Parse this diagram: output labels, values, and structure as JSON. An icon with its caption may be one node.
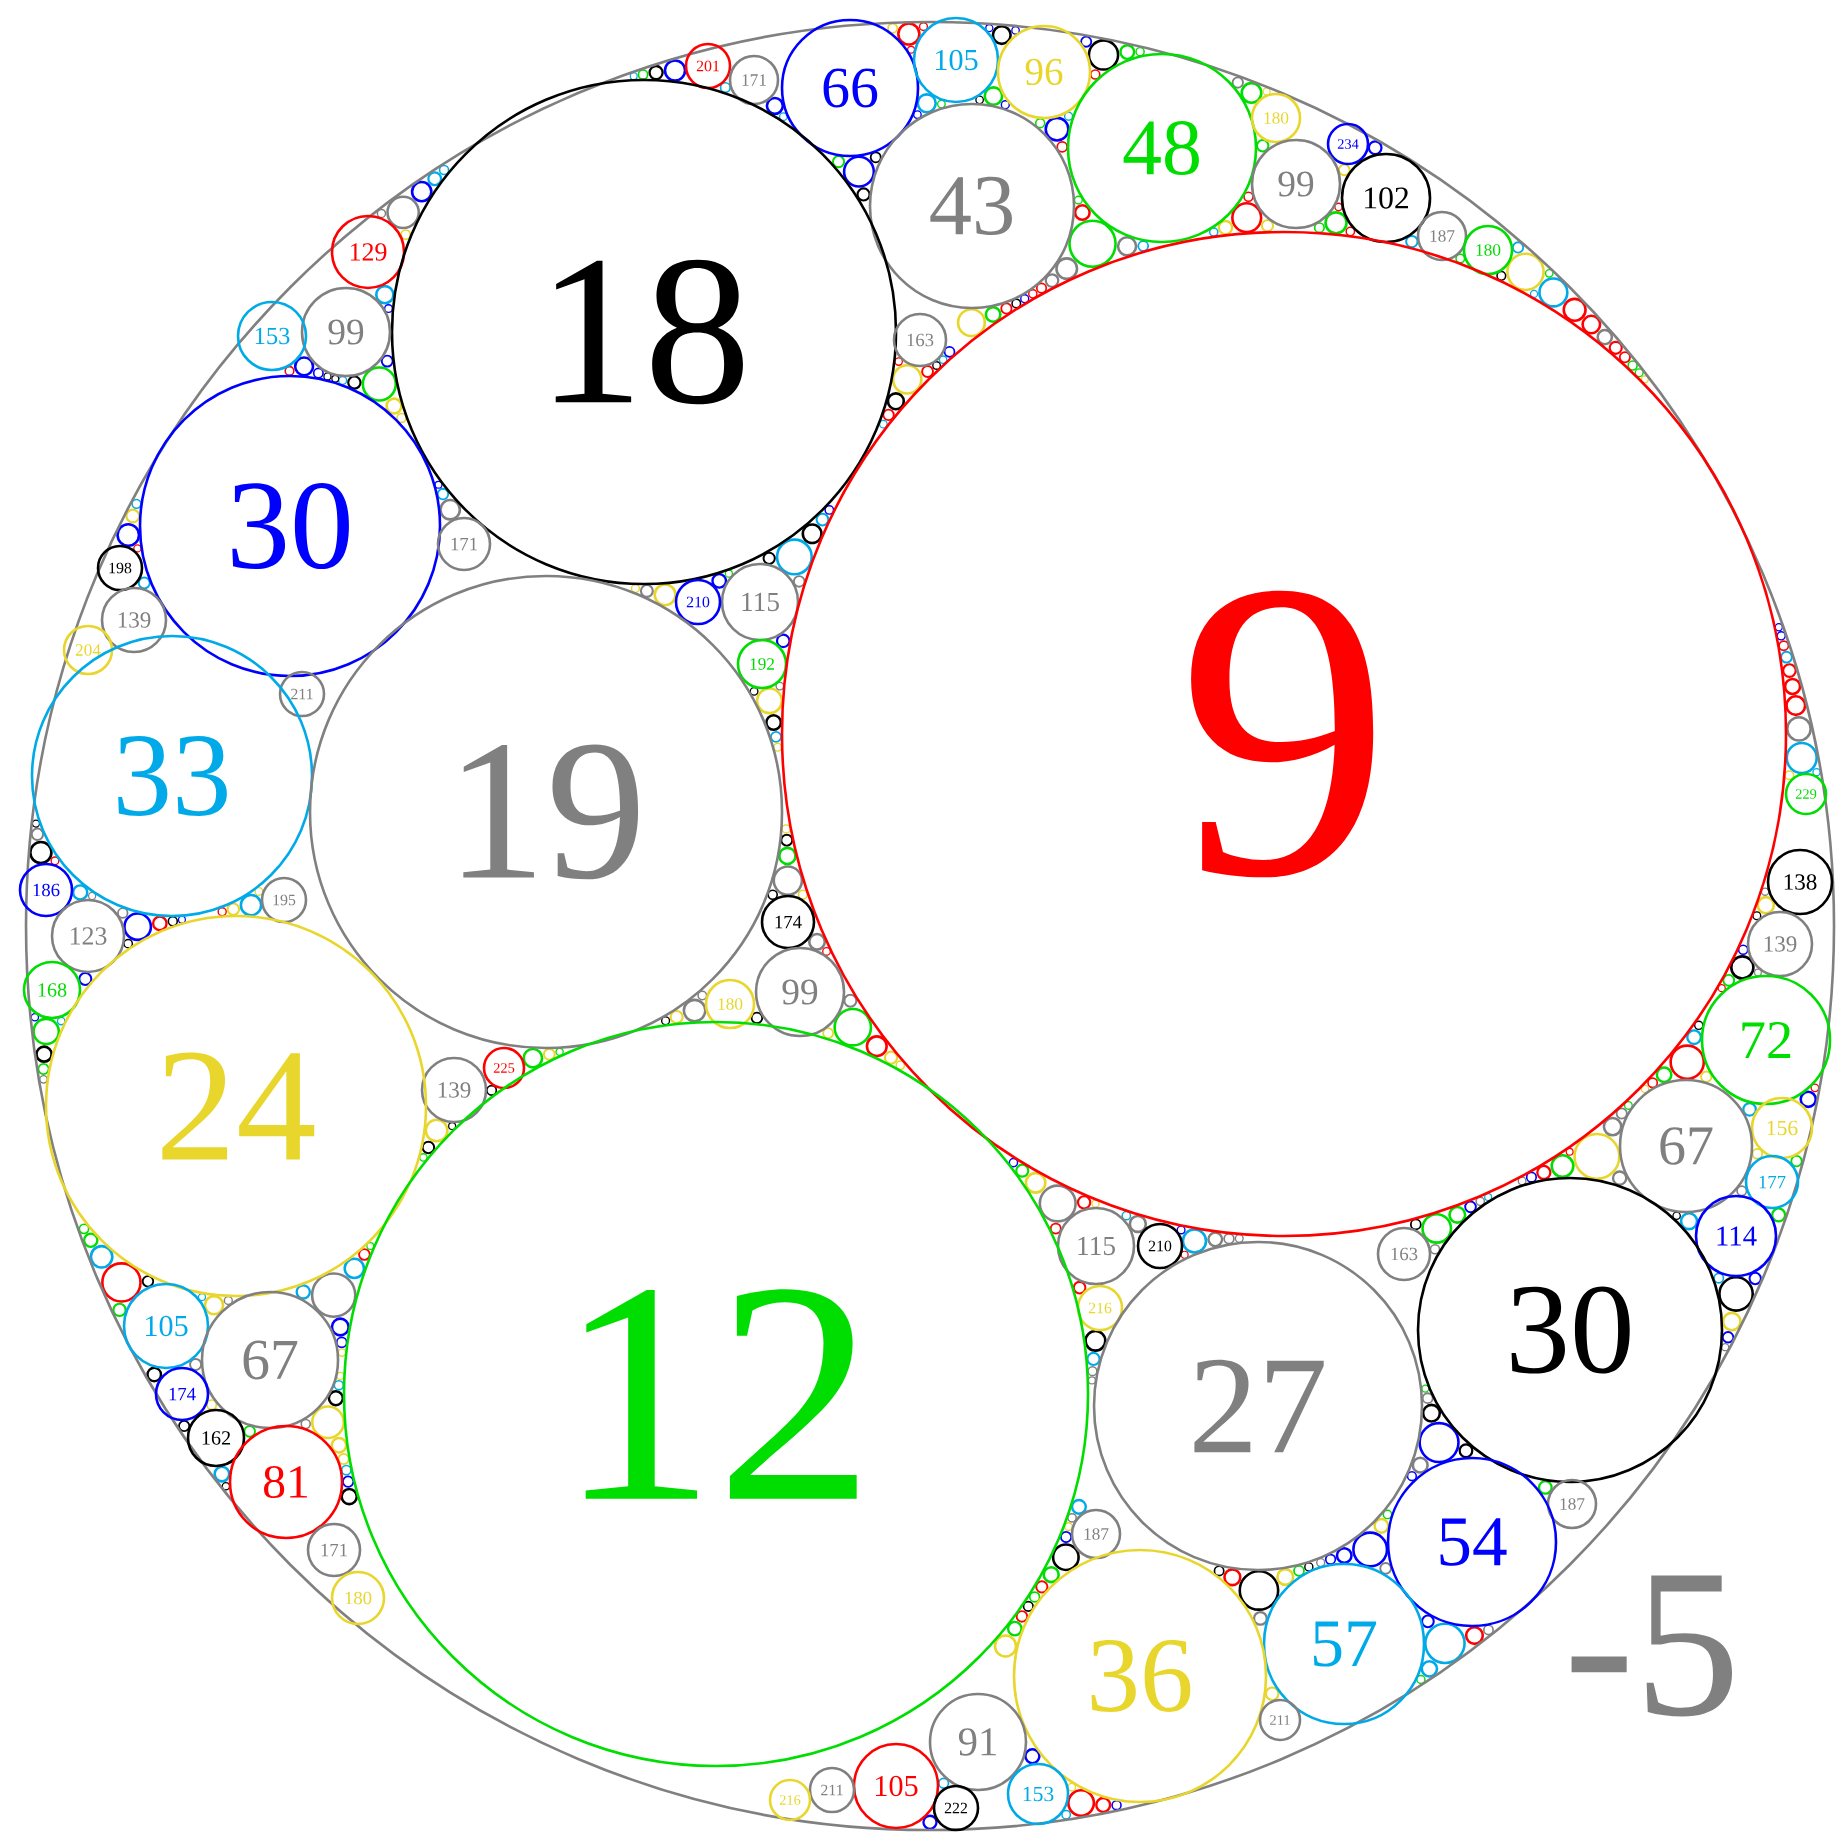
{
  "diagram": {
    "nodes": [
      {
        "text": [
          "-5"
        ]
      },
      {
        "text": [
          "201"
        ],
        "in": 0
      },
      {
        "text": [
          "171"
        ],
        "in": 0
      },
      {
        "text": [
          "66"
        ],
        "in": 0
      },
      {
        "text": [
          "105"
        ],
        "in": 0
      },
      {
        "text": [
          "96"
        ],
        "in": 0
      },
      {
        "text": [
          "48"
        ],
        "in": 0
      },
      {
        "text": [
          "180"
        ],
        "in": 0
      },
      {
        "text": [
          "234"
        ],
        "in": 0
      },
      {
        "text": [
          "99"
        ],
        "in": 0
      },
      {
        "text": [
          "102"
        ],
        "in": 0
      },
      {
        "text": [
          "43"
        ],
        "in": 0
      },
      {
        "text": [
          "187"
        ],
        "in": 0
      },
      {
        "text": [
          "180"
        ],
        "in": 0
      },
      {
        "text": [
          "129"
        ],
        "in": 0
      },
      {
        "text": [
          "18"
        ],
        "in": 0
      },
      {
        "text": [
          "99"
        ],
        "in": 0
      },
      {
        "text": [
          "153"
        ],
        "in": 0
      },
      {
        "text": [
          "163"
        ],
        "in": 0
      },
      {
        "text": [
          "30"
        ],
        "in": 0
      },
      {
        "text": [
          "171"
        ],
        "in": 0
      },
      {
        "text": [
          "198"
        ],
        "in": 0
      },
      {
        "text": [
          "115"
        ],
        "in": 0
      },
      {
        "text": [
          "210"
        ],
        "in": 0
      },
      {
        "text": [
          "139"
        ],
        "in": 0
      },
      {
        "text": [
          "204"
        ],
        "in": 0
      },
      {
        "text": [
          "192"
        ],
        "in": 0
      },
      {
        "text": [
          "211"
        ],
        "in": 0
      },
      {
        "text": [
          "9"
        ],
        "in": 0
      },
      {
        "text": [
          "33"
        ],
        "in": 0
      },
      {
        "text": [
          "229"
        ],
        "in": 0
      },
      {
        "text": [
          "19"
        ],
        "in": 0
      },
      {
        "text": [
          "138"
        ],
        "in": 0
      },
      {
        "text": [
          "186"
        ],
        "in": 0
      },
      {
        "text": [
          "195"
        ],
        "in": 0
      },
      {
        "text": [
          "174"
        ],
        "in": 0
      },
      {
        "text": [
          "123"
        ],
        "in": 0
      },
      {
        "text": [
          "139"
        ],
        "in": 0
      },
      {
        "text": [
          "168"
        ],
        "in": 0
      },
      {
        "text": [
          "99"
        ],
        "in": 0
      },
      {
        "text": [
          "180"
        ],
        "in": 0
      },
      {
        "text": [
          "72"
        ],
        "in": 0
      },
      {
        "text": [
          "225"
        ],
        "in": 0
      },
      {
        "text": [
          "139"
        ],
        "in": 0
      },
      {
        "text": [
          "24"
        ],
        "in": 0
      },
      {
        "text": [
          "156"
        ],
        "in": 0
      },
      {
        "text": [
          "67"
        ],
        "in": 0
      },
      {
        "text": [
          "177"
        ],
        "in": 0
      },
      {
        "text": [
          "114"
        ],
        "in": 0
      },
      {
        "text": [
          "115"
        ],
        "in": 0
      },
      {
        "text": [
          "210"
        ],
        "in": 0
      },
      {
        "text": [
          "163"
        ],
        "in": 0
      },
      {
        "text": [
          "216"
        ],
        "in": 0
      },
      {
        "text": [
          "105"
        ],
        "in": 0
      },
      {
        "text": [
          "30"
        ],
        "in": 0
      },
      {
        "text": [
          "67"
        ],
        "in": 0
      },
      {
        "text": [
          "12"
        ],
        "in": 0
      },
      {
        "text": [
          "174"
        ],
        "in": 0
      },
      {
        "text": [
          "27"
        ],
        "in": 0
      },
      {
        "text": [
          "162"
        ],
        "in": 0
      },
      {
        "text": [
          "81"
        ],
        "in": 0
      },
      {
        "text": [
          "187"
        ],
        "in": 0
      },
      {
        "text": [
          "187"
        ],
        "in": 0
      },
      {
        "text": [
          "54"
        ],
        "in": 0
      },
      {
        "text": [
          "171"
        ],
        "in": 0
      },
      {
        "text": [
          "180"
        ],
        "in": 0
      },
      {
        "text": [
          "57"
        ],
        "in": 0
      },
      {
        "text": [
          "36"
        ],
        "in": 0
      },
      {
        "text": [
          "211"
        ],
        "in": 0
      },
      {
        "text": [
          "91"
        ],
        "in": 0
      },
      {
        "text": [
          "105"
        ],
        "in": 0
      },
      {
        "text": [
          "211"
        ],
        "in": 0
      },
      {
        "text": [
          "216"
        ],
        "in": 0
      },
      {
        "text": [
          "153"
        ],
        "in": 0
      },
      {
        "text": [
          "222"
        ],
        "in": 0
      }
    ]
  }
}
